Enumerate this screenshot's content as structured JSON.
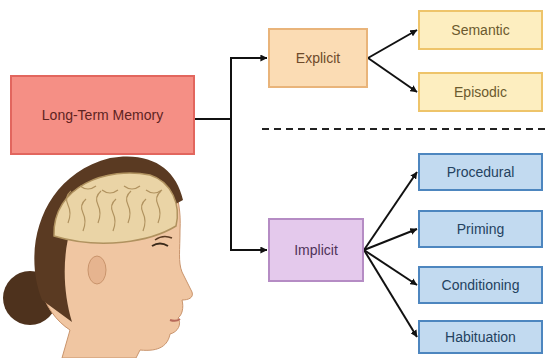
{
  "diagram": {
    "nodes": [
      {
        "text": [
          "Long-Term Memory"
        ]
      },
      {
        "text": [
          "Explicit"
        ]
      },
      {
        "text": [
          "Semantic"
        ]
      },
      {
        "text": [
          "Episodic"
        ]
      },
      {
        "text": [
          "Implicit"
        ]
      },
      {
        "text": [
          "Procedural"
        ]
      },
      {
        "text": [
          "Priming"
        ]
      },
      {
        "text": [
          "Conditioning"
        ]
      },
      {
        "text": [
          "Habituation"
        ]
      }
    ],
    "edges": [
      {
        "from": 0,
        "to": 1,
        "arrow": "to"
      },
      {
        "from": 0,
        "to": 4,
        "arrow": "to"
      },
      {
        "from": 1,
        "to": 2,
        "arrow": "to"
      },
      {
        "from": 1,
        "to": 3,
        "arrow": "to"
      },
      {
        "from": 4,
        "to": 5,
        "arrow": "to"
      },
      {
        "from": 4,
        "to": 6,
        "arrow": "to"
      },
      {
        "from": 4,
        "to": 7,
        "arrow": "to"
      },
      {
        "from": 4,
        "to": 8,
        "arrow": "to"
      }
    ]
  }
}
